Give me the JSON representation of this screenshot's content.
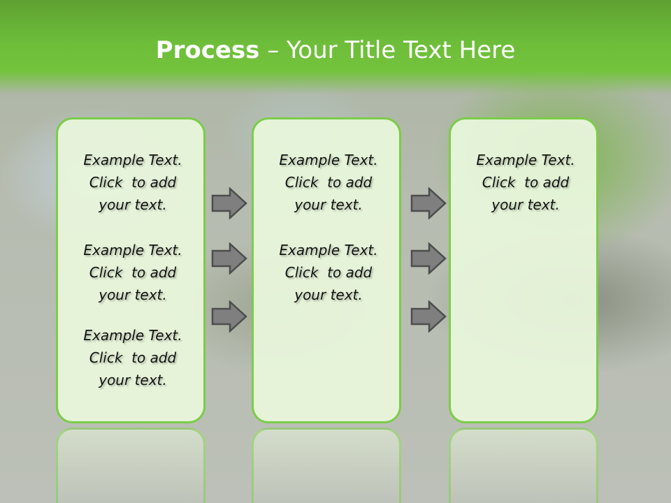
{
  "title": {
    "strong": "Process",
    "rest": "  – Your Title Text Here"
  },
  "columns": [
    {
      "items": [
        {
          "lines": [
            "Example Text.",
            "Click  to add",
            "your text."
          ]
        },
        {
          "lines": [
            "Example Text.",
            "Click  to add",
            "your text."
          ]
        },
        {
          "lines": [
            "Example Text.",
            "Click  to add",
            "your text."
          ]
        }
      ]
    },
    {
      "items": [
        {
          "lines": [
            "Example Text.",
            "Click  to add",
            "your text."
          ]
        },
        {
          "lines": [
            "Example Text.",
            "Click  to add",
            "your text."
          ]
        }
      ]
    },
    {
      "items": [
        {
          "lines": [
            "Example Text.",
            "Click  to add",
            "your text."
          ]
        }
      ]
    }
  ],
  "colors": {
    "title_bar": "#6dbd3a",
    "box_border": "#7ccc4a",
    "box_fill": "#e8f6db",
    "arrow_fill": "#7f7f7f",
    "arrow_stroke": "#4d4d4d"
  },
  "arrow_icon": "right-arrow-icon"
}
